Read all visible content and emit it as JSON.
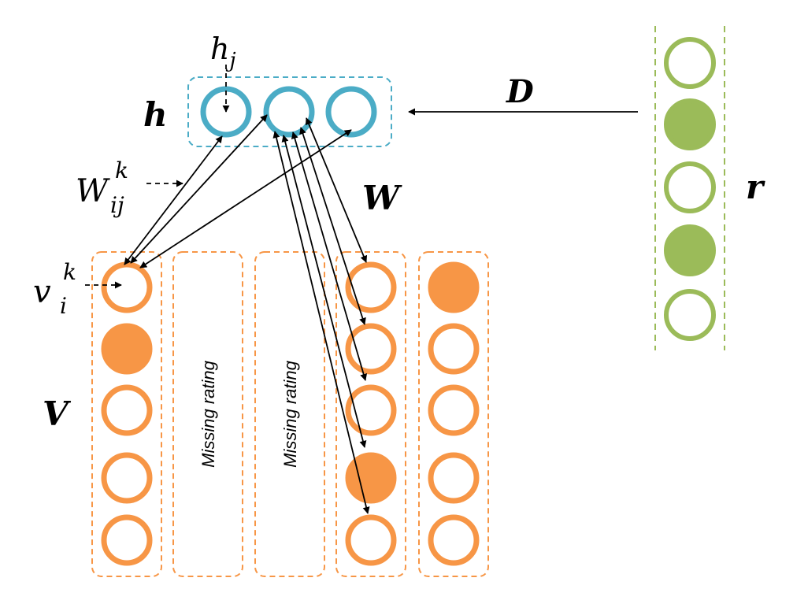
{
  "labels": {
    "h": "h",
    "hj_base": "h",
    "hj_sub": "j",
    "D": "D",
    "r": "r",
    "W": "W",
    "V": "V",
    "Wijk_base": "W",
    "Wijk_sup": "k",
    "Wijk_sub": "ij",
    "vik_base": "v",
    "vik_sup": "k",
    "vik_sub": "i",
    "missing_1": "Missing rating",
    "missing_2": "Missing rating"
  },
  "colors": {
    "hidden": "#4bacc6",
    "visible": "#f79646",
    "rating": "#9bbb59",
    "edge": "#000000"
  },
  "hidden_units": [
    {
      "on": false
    },
    {
      "on": false
    },
    {
      "on": false
    }
  ],
  "rating_units": [
    {
      "on": false
    },
    {
      "on": true
    },
    {
      "on": false
    },
    {
      "on": true
    },
    {
      "on": false
    }
  ],
  "visible_columns": [
    {
      "missing": false,
      "units": [
        {
          "on": false
        },
        {
          "on": true
        },
        {
          "on": false
        },
        {
          "on": false
        },
        {
          "on": false
        }
      ]
    },
    {
      "missing": true,
      "label_key": "missing_1"
    },
    {
      "missing": true,
      "label_key": "missing_2"
    },
    {
      "missing": false,
      "units": [
        {
          "on": false
        },
        {
          "on": false
        },
        {
          "on": false
        },
        {
          "on": true
        },
        {
          "on": false
        }
      ]
    },
    {
      "missing": false,
      "units": [
        {
          "on": true
        },
        {
          "on": false
        },
        {
          "on": false
        },
        {
          "on": false
        },
        {
          "on": false
        }
      ]
    }
  ]
}
